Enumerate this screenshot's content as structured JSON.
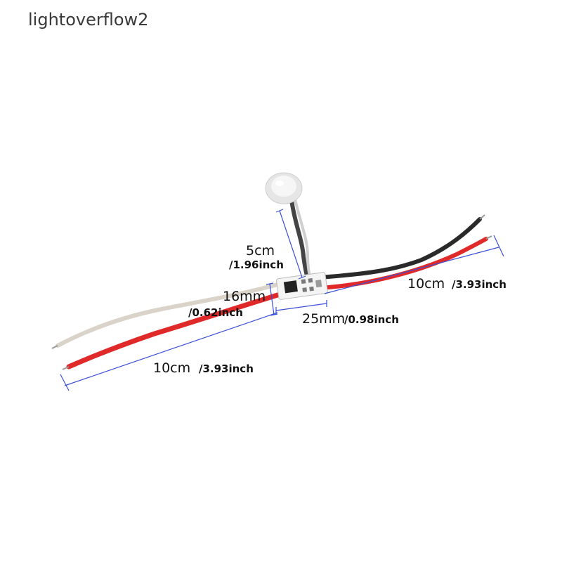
{
  "watermark": "lightoverflow2",
  "dimensions": {
    "sensor_cable": {
      "metric": "5cm",
      "imperial": "/1.96inch"
    },
    "board_width": {
      "metric": "16mm",
      "imperial": "/0.62inch"
    },
    "board_length": {
      "metric": "25mm",
      "imperial": "/0.98inch"
    },
    "wire_right": {
      "metric": "10cm",
      "imperial": "/3.93inch"
    },
    "wire_left": {
      "metric": "10cm",
      "imperial": "/3.93inch"
    }
  },
  "colors": {
    "dimension_line": "#3b4fd6",
    "red_wire": "#e02a2a",
    "black_wire": "#2a2a2a",
    "white_wire": "#d9d3c9",
    "pcb": "#f4f4f4"
  }
}
